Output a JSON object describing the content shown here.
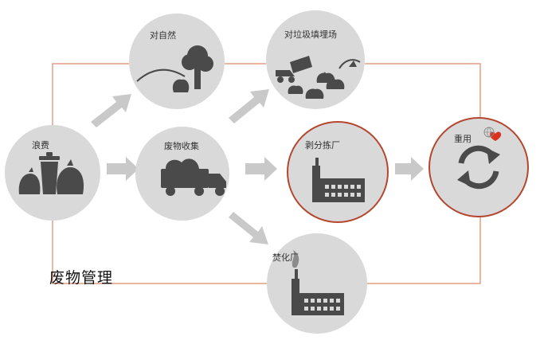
{
  "colors": {
    "node_fill": "#d9d9d9",
    "accent_line": "#d98a6a",
    "accent_ring": "#b5462e",
    "arrow": "#c9c9c9",
    "icon": "#4a4a4a",
    "heart": "#d9321f"
  },
  "nodes": {
    "waste": {
      "label": "浪费",
      "icon": "trash-bin-bags-icon"
    },
    "collection": {
      "label": "废物收集",
      "icon": "garbage-truck-icon"
    },
    "nature": {
      "label": "对自然",
      "icon": "tree-landscape-icon"
    },
    "landfill": {
      "label": "对垃圾填埋场",
      "icon": "landfill-dump-truck-icon"
    },
    "sorting": {
      "label": "剥分拣厂",
      "icon": "factory-icon"
    },
    "incinerator": {
      "label": "焚化厂",
      "icon": "incinerator-factory-icon"
    },
    "reuse": {
      "label": "重用",
      "icon": "recycle-arrows-icon"
    }
  },
  "caption": "废物管理"
}
